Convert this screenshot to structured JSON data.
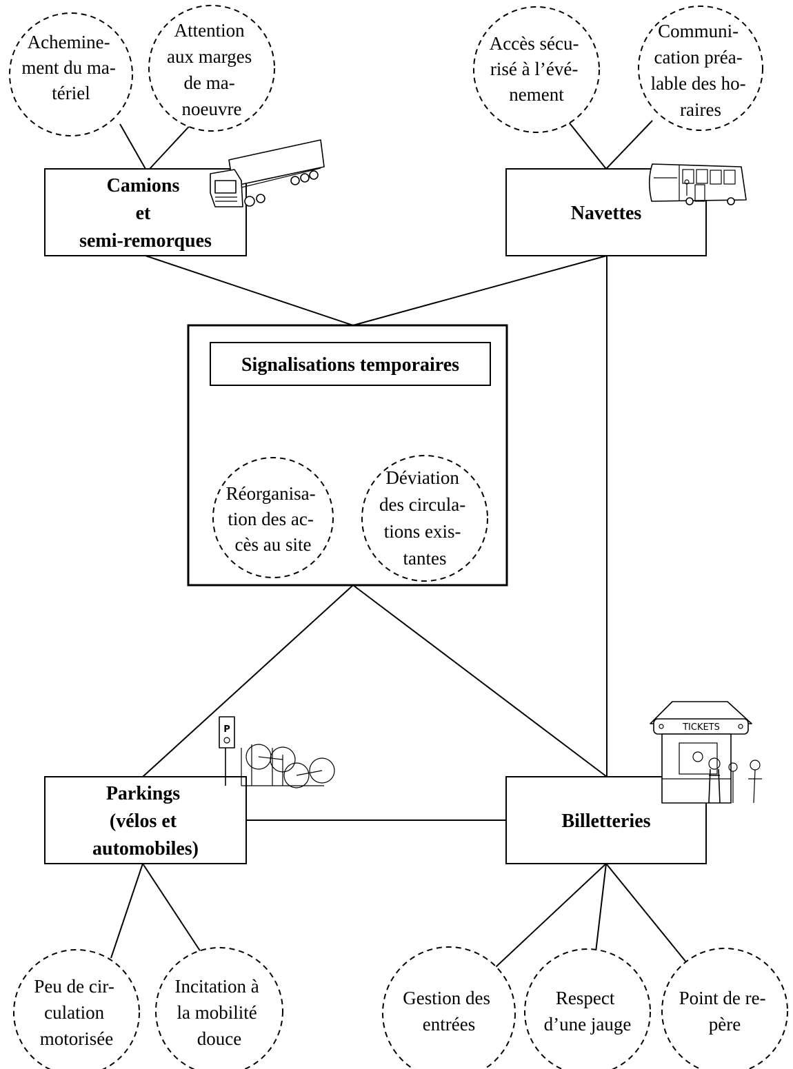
{
  "boxes": {
    "camions": [
      "Camions",
      "et",
      "semi-remorques"
    ],
    "navettes": [
      "Navettes"
    ],
    "signalisation": [
      "Signalisations temporaires"
    ],
    "parkings": [
      "Parkings",
      "(vélos et",
      "automobiles)"
    ],
    "billetteries": [
      "Billetteries"
    ]
  },
  "circles": {
    "acheminement": [
      "Achemine-",
      "ment du ma-",
      "tériel"
    ],
    "attention": [
      "Attention",
      "aux marges",
      "de ma-",
      "noeuvre"
    ],
    "acces": [
      "Accès sécu-",
      "risé à l’évé-",
      "nement"
    ],
    "communication": [
      "Communi-",
      "cation préa-",
      "lable des ho-",
      "raires"
    ],
    "reorganisation": [
      "Réorganisa-",
      "tion des ac-",
      "cès au site"
    ],
    "deviation": [
      "Déviation",
      "des circula-",
      "tions exis-",
      "tantes"
    ],
    "peu": [
      "Peu de cir-",
      "culation",
      "motorisée"
    ],
    "incitation": [
      "Incitation à",
      "la mobilité",
      "douce"
    ],
    "gestion": [
      "Gestion des",
      "entrées"
    ],
    "respect": [
      "Respect",
      "d’une jauge"
    ],
    "point": [
      "Point de re-",
      "père"
    ]
  },
  "illustrations": {
    "truck": "truck-icon",
    "bus": "bus-icon",
    "bike_parking": "bicycle-parking-icon",
    "ticket_booth": "ticket-booth-icon",
    "ticket_sign": "TICKETS",
    "parking_sign": "P"
  }
}
